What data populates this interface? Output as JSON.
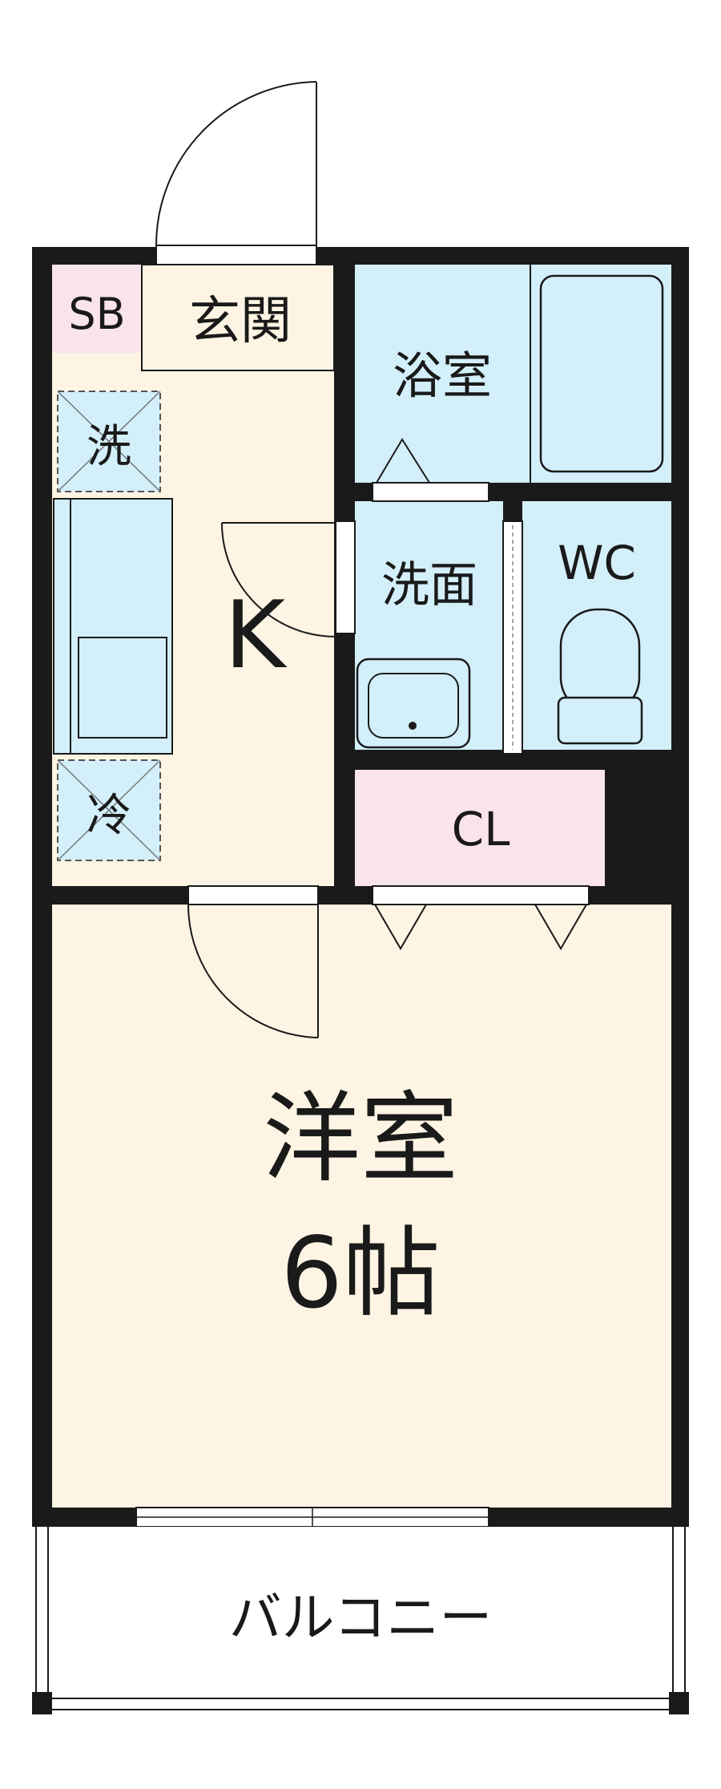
{
  "rooms": {
    "sb": "SB",
    "genkan": "玄関",
    "bath": "浴室",
    "washer": "洗",
    "kitchen": "K",
    "washroom": "洗面",
    "wc": "WC",
    "fridge": "冷",
    "closet": "CL",
    "western_room": "洋室",
    "western_size": "6帖",
    "balcony": "バルコニー"
  },
  "colors": {
    "wall": "#1a1a1a",
    "floor": "#fdf4e3",
    "wet_area": "#d3effa",
    "storage": "#fae4ec",
    "balcony": "#ffffff"
  }
}
